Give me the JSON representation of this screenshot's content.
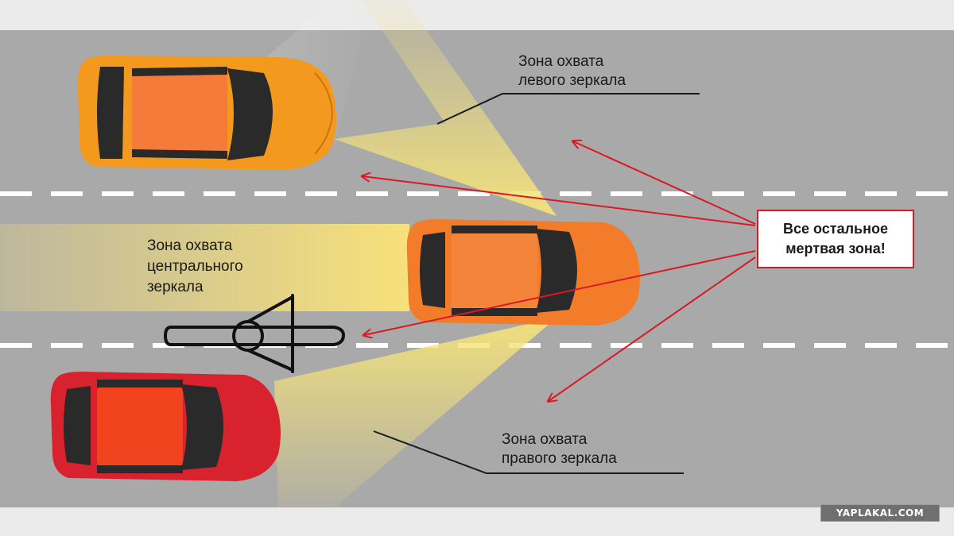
{
  "labels": {
    "left_mirror_zone": "Зона охвата\nлевого зеркала",
    "center_mirror_zone": "Зона охвата\nцентрального\nзеркала",
    "right_mirror_zone": "Зона охвата\nправого зеркала",
    "blind_zone_note": "Все остальное\nмертвая зона!"
  },
  "watermark": "YAPLAKAL.COM",
  "cars": [
    {
      "id": "top-left-car",
      "body_color": "#f39a1e"
    },
    {
      "id": "center-car",
      "body_color": "#f27c2a"
    },
    {
      "id": "bottom-left-car",
      "body_color": "#d8232e"
    }
  ],
  "colors": {
    "road": "#a9a9a9",
    "lane_marking": "#ffffff",
    "mirror_zone": "#f7e98a",
    "arrow": "#d91a26"
  }
}
